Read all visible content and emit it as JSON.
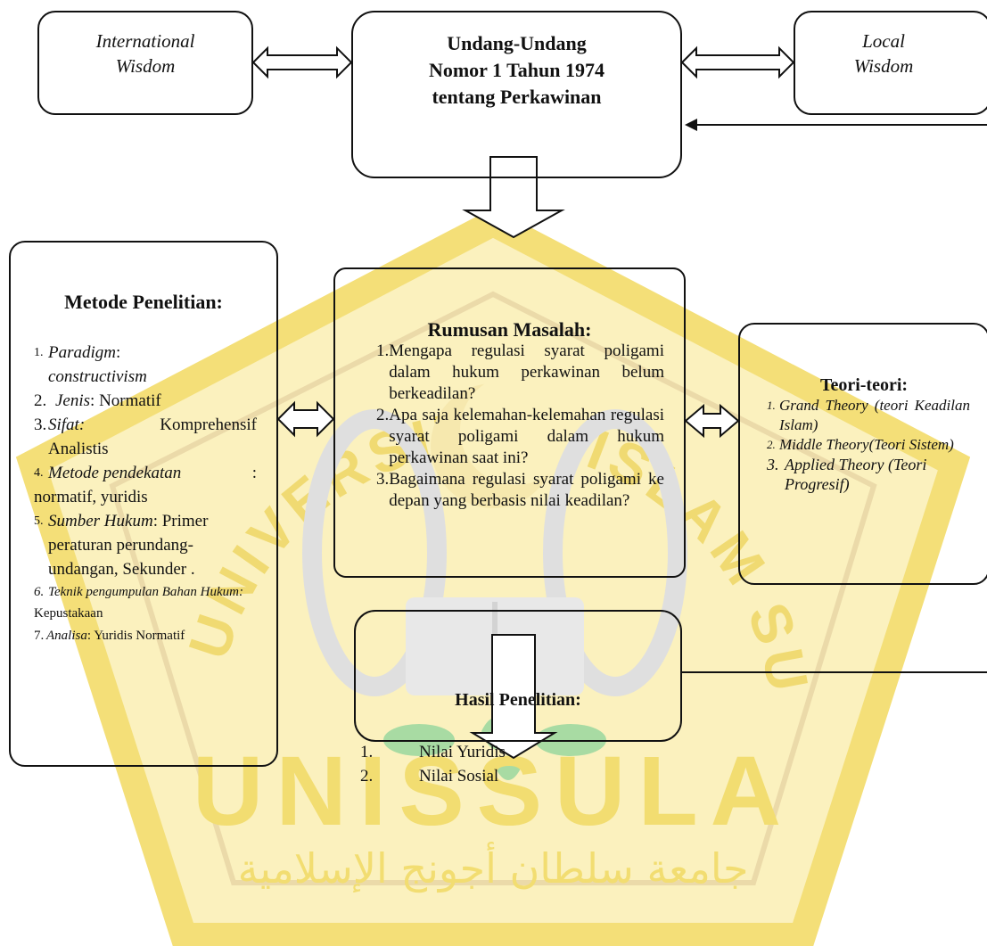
{
  "colors": {
    "watermark_gold": "#f3dc6a",
    "watermark_green": "#9fd89a",
    "watermark_gray": "#d8d8d8",
    "line": "#111111"
  },
  "watermark": {
    "name": "UNISSULA",
    "arc_text": "UNIVERSITAS ISLAM SULTAN AGUNG",
    "arabic": "جامعة سلطان أجونج الإسلامية"
  },
  "top": {
    "left": [
      "International",
      "Wisdom"
    ],
    "center": [
      "Undang-Undang",
      "Nomor 1 Tahun 1974",
      "tentang Perkawinan"
    ],
    "right": [
      "Local",
      "Wisdom"
    ]
  },
  "metode": {
    "title": "Metode Penelitian:",
    "items": [
      {
        "num": "1.",
        "label": "Paradigm",
        "sep": ":",
        "text": "",
        "cont": "constructivism"
      },
      {
        "num": "2.",
        "label": "Jenis",
        "sep": ":",
        "text": "Normatif"
      },
      {
        "num": "3.",
        "label": "Sifat:",
        "sep": "",
        "text": "Komprehensif",
        "cont": "Analistis"
      },
      {
        "num": "4.",
        "label": "Metode pendekatan",
        "sep": ":",
        "text": "",
        "cont": "normatif, yuridis"
      },
      {
        "num": "5.",
        "label": "Sumber Hukum",
        "sep": ":",
        "text": "Primer",
        "cont": "peraturan perundang-",
        "cont2": "undangan, Sekunder ."
      },
      {
        "num": "6.",
        "label": "Teknik pengumpulan Bahan Hukum",
        "sep": ":",
        "text": "",
        "cont": "Kepustakaan"
      },
      {
        "num": "7.",
        "label": "Analisa",
        "sep": ":",
        "text": "Yuridis Normatif"
      }
    ]
  },
  "rumusan": {
    "title": "Rumusan Masalah:",
    "items": [
      {
        "num": "1.",
        "text": "Mengapa regulasi syarat poligami dalam hukum perkawinan belum berkeadilan?"
      },
      {
        "num": "2.",
        "text": "Apa saja kelemahan-kelemahan regulasi syarat poligami dalam hukum perkawinan saat ini?"
      },
      {
        "num": "3.",
        "text": "Bagaimana regulasi syarat poligami ke depan yang berbasis nilai keadilan?"
      }
    ]
  },
  "teori": {
    "title": "Teori-teori:",
    "items": [
      {
        "num": "1.",
        "text": "Grand Theory (teori Keadilan Islam)"
      },
      {
        "num": "2.",
        "text": "Middle Theory(Teori Sistem)"
      },
      {
        "num": "3.",
        "text": "Applied Theory (Teori Progresif)"
      }
    ]
  },
  "hasil": {
    "title": "Hasil Penelitian:",
    "items": [
      {
        "num": "1.",
        "text": "Nilai Yuridis"
      },
      {
        "num": "2.",
        "text": "Nilai Sosial"
      }
    ]
  }
}
